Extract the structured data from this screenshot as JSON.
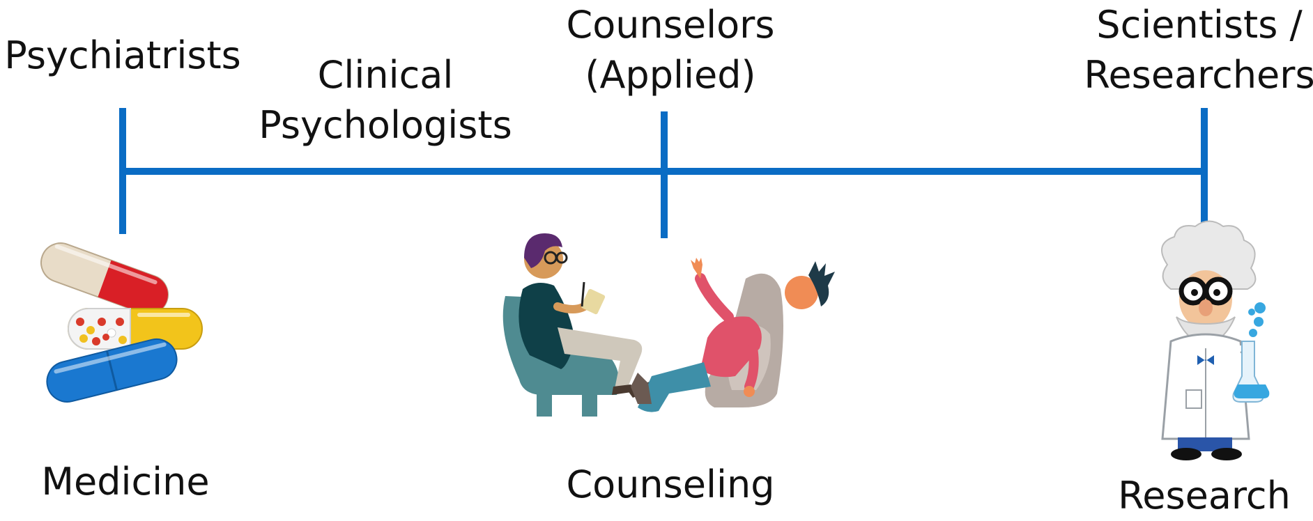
{
  "diagram": {
    "line_color": "#0a6cc4",
    "top_labels": {
      "psychiatrists": [
        "Psychiatrists"
      ],
      "clinical_psychologists": [
        "Clinical",
        "Psychologists"
      ],
      "counselors": [
        "Counselors",
        "(Applied)"
      ],
      "scientists": [
        "Scientists /",
        "Researchers"
      ]
    },
    "bottom_labels": {
      "medicine": "Medicine",
      "counseling": "Counseling",
      "research": "Research"
    },
    "illustrations": {
      "medicine": "pills-icon",
      "counseling": "therapy-session-icon",
      "research": "scientist-icon"
    }
  }
}
